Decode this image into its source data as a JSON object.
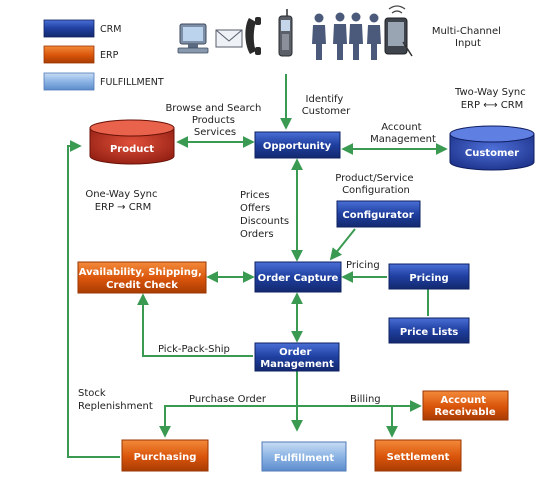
{
  "legend": {
    "crm": "CRM",
    "erp": "ERP",
    "fulfillment": "FULFILLMENT"
  },
  "colors": {
    "crm": "#1f3fa0",
    "erp": "#d9540a",
    "fulfillment": "#7aa9dd",
    "arrow": "#3a9a52",
    "text": "#222222"
  },
  "icons": [
    "computer-icon",
    "envelope-icon",
    "telephone-icon",
    "mobile-phone-icon",
    "person-icon",
    "person-icon",
    "person-icon",
    "person-icon",
    "tablet-icon"
  ],
  "nodes": {
    "product": "Product",
    "opportunity": "Opportunity",
    "customer": "Customer",
    "configurator": "Configurator",
    "order_capture": "Order Capture",
    "availability": [
      "Availability, Shipping,",
      "Credit Check"
    ],
    "pricing": "Pricing",
    "price_lists": "Price Lists",
    "order_management": [
      "Order",
      "Management"
    ],
    "account_receivable": [
      "Account",
      "Receivable"
    ],
    "purchasing": "Purchasing",
    "fulfillment": "Fulfillment",
    "settlement": "Settlement"
  },
  "labels": {
    "multi_channel": [
      "Multi-Channel",
      "Input"
    ],
    "identify": [
      "Identify",
      "Customer"
    ],
    "browse": [
      "Browse and Search",
      "Products",
      "Services"
    ],
    "account_mgmt": [
      "Account",
      "Management"
    ],
    "two_way": [
      "Two-Way Sync",
      "ERP ⟷ CRM"
    ],
    "one_way": [
      "One-Way Sync",
      "ERP → CRM"
    ],
    "prices": [
      "Prices",
      "Offers",
      "Discounts",
      "Orders"
    ],
    "product_service": [
      "Product/Service",
      "Configuration"
    ],
    "pricing_flow": "Pricing",
    "pick_pack": "Pick-Pack-Ship",
    "stock": [
      "Stock",
      "Replenishment"
    ],
    "purchase_order": "Purchase Order",
    "billing": "Billing"
  }
}
